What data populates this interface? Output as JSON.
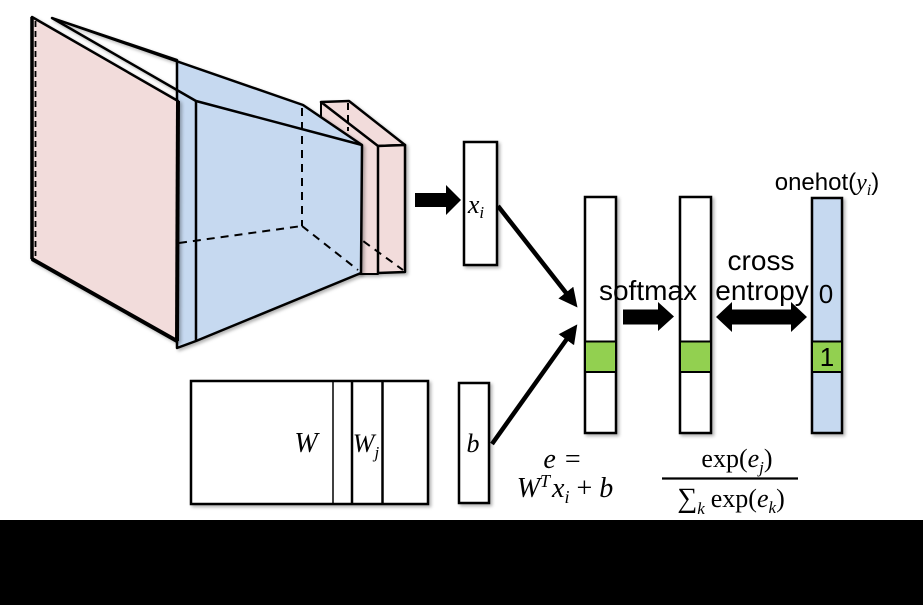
{
  "colors": {
    "pink": "#f2dcdb",
    "blue": "#c6d9f0",
    "onehot_blue": "#c6d9f0",
    "green": "#92d050",
    "white": "#ffffff",
    "black": "#000000"
  },
  "labels": {
    "x_base": "x",
    "x_sub": "i",
    "W": "W",
    "Wj_base": "W",
    "Wj_sub": "j",
    "b": "b",
    "softmax": "softmax",
    "cross_line1": "cross",
    "cross_line2": "entropy",
    "onehot_prefix": "onehot(",
    "onehot_base": "y",
    "onehot_sub": "i",
    "onehot_close": ")",
    "zero": "0",
    "one": "1"
  },
  "formulas": {
    "e_base": "e",
    "e_eq": "=",
    "w": "W",
    "w_sup": "T",
    "x": "x",
    "x_sub": "i",
    "plus": "+",
    "b": "b",
    "num_pre": "exp(",
    "num_e": "e",
    "num_sub": "j",
    "num_close": ")",
    "den_sum": "∑",
    "den_sum_sub": "k",
    "den_pre": "exp(",
    "den_e": "e",
    "den_sub": "k",
    "den_close": ")"
  }
}
